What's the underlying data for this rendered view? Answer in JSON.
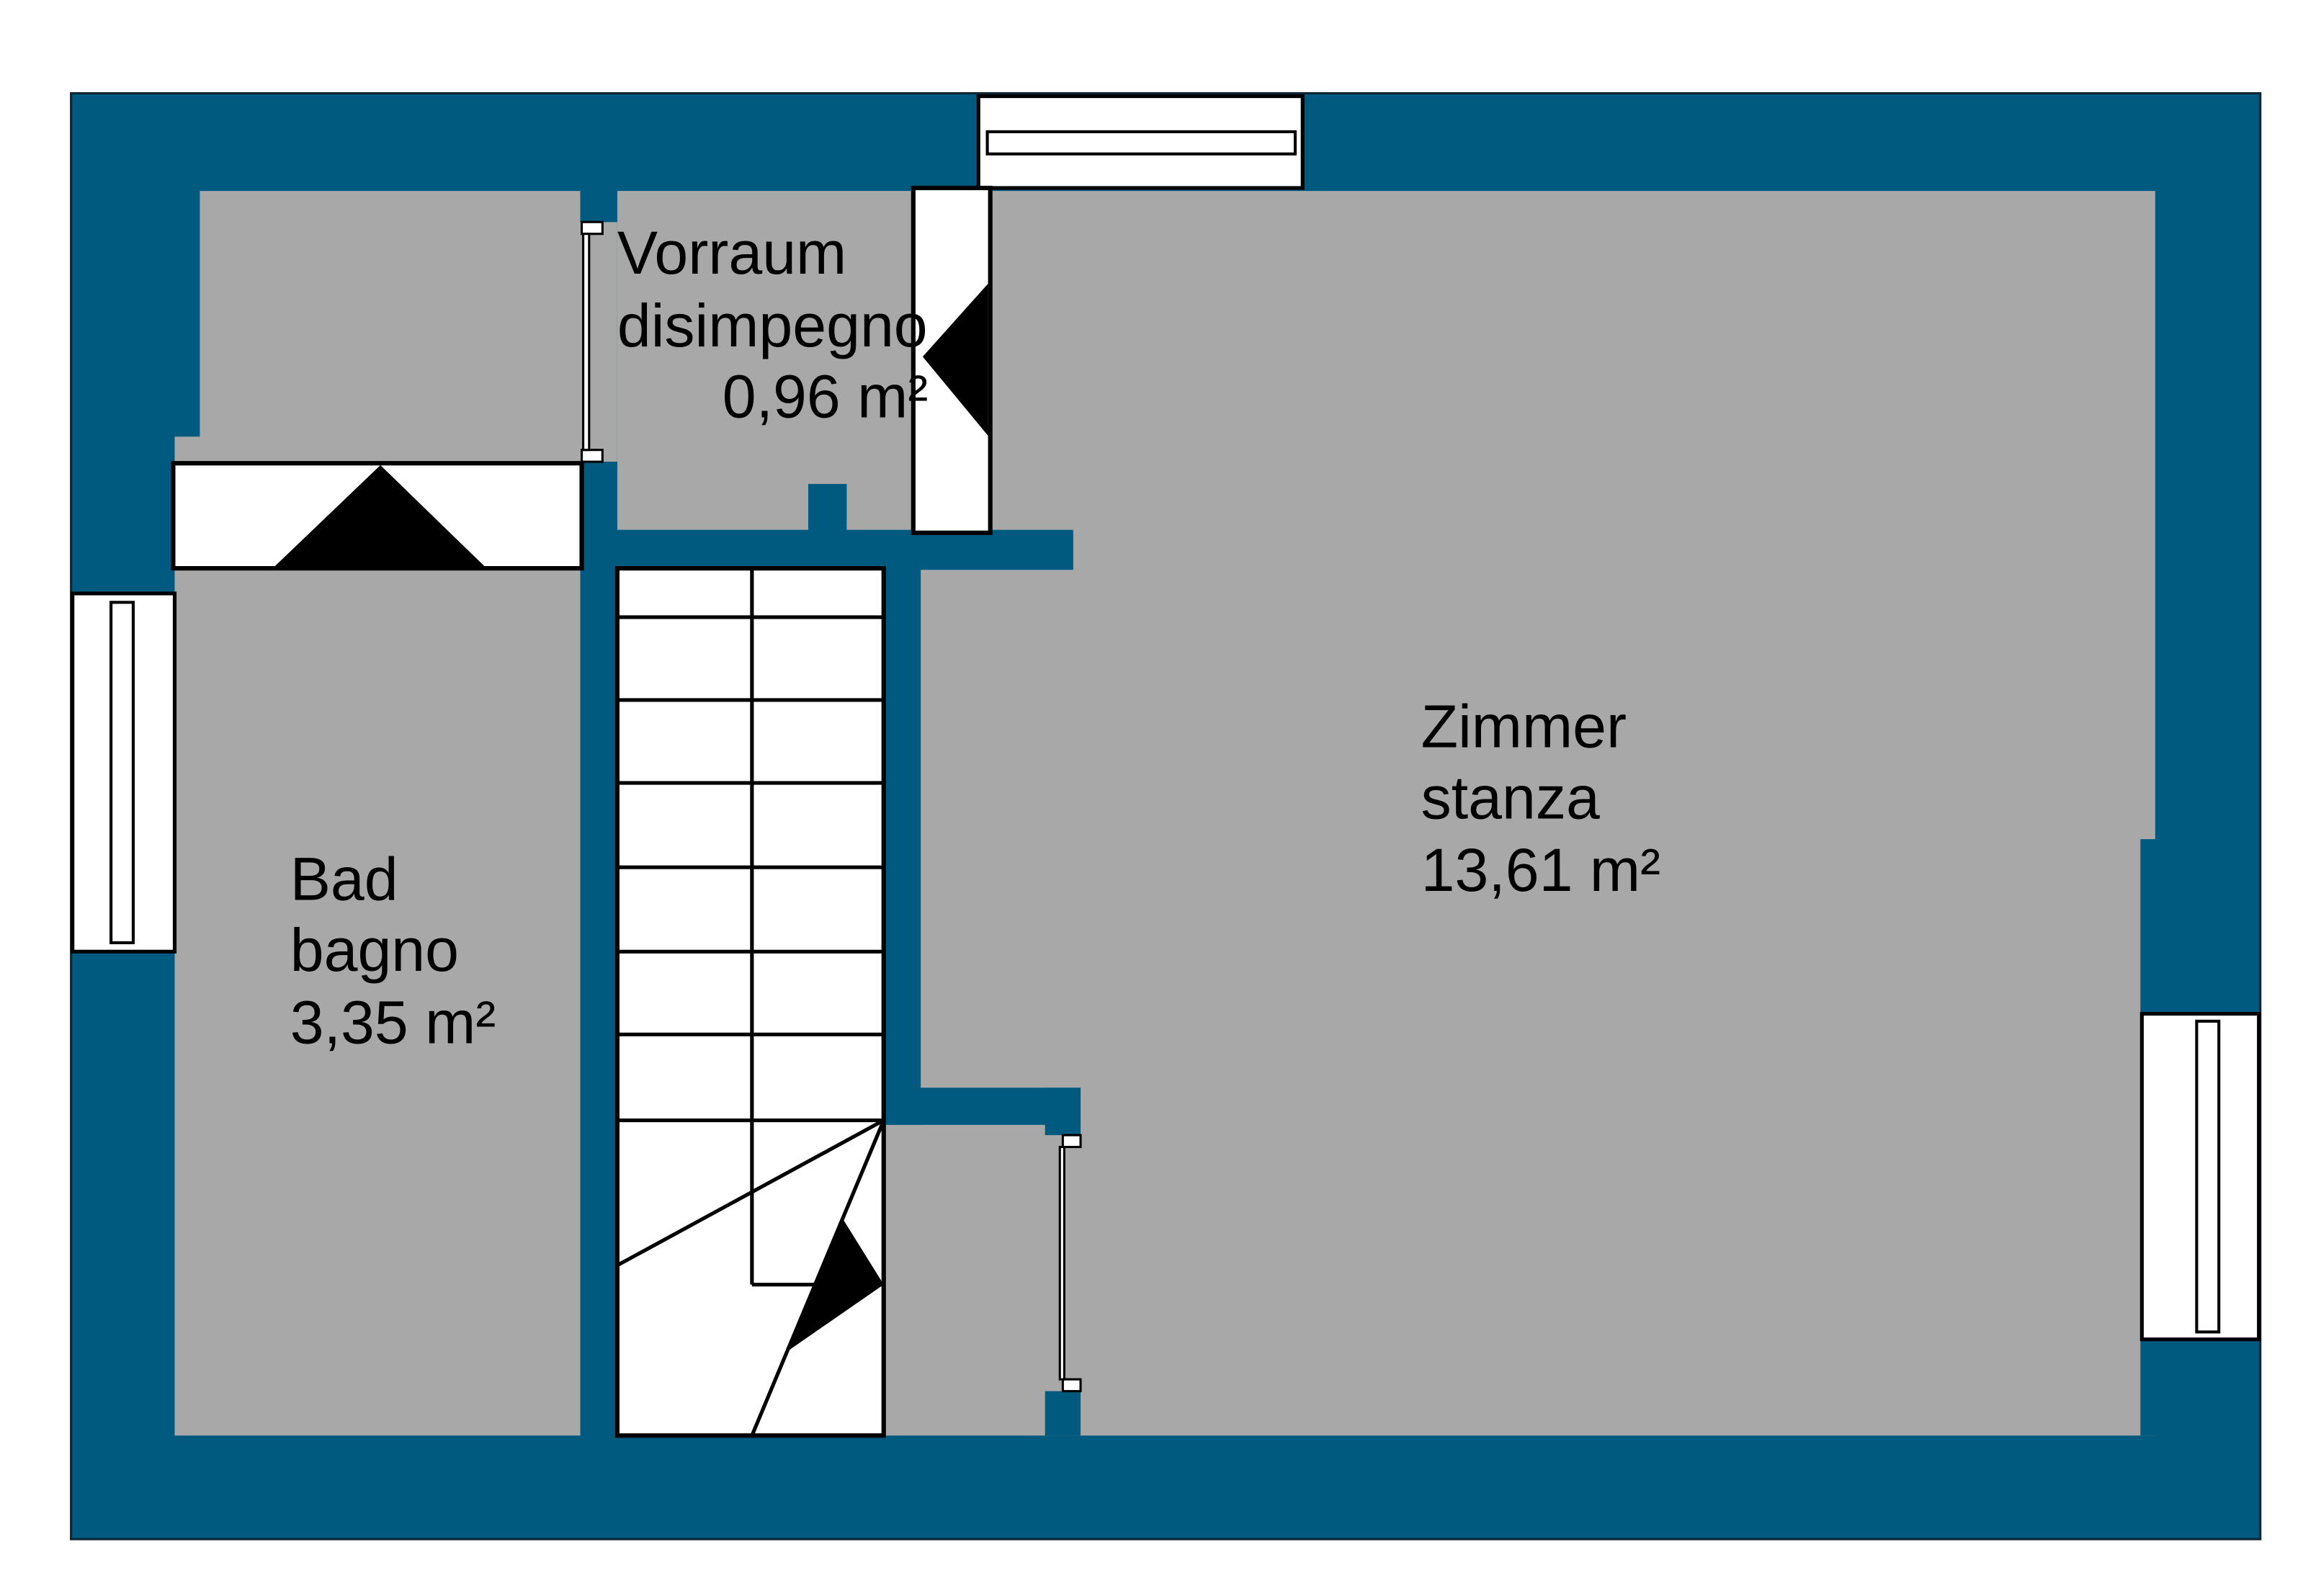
{
  "plan": {
    "colors": {
      "wall": "#005a7f",
      "floor": "#a8a8a8",
      "opening": "#ffffff",
      "line": "#000000",
      "text": "#000000"
    },
    "rooms": [
      {
        "name_de": "Vorraum",
        "name_it": "disimpegno",
        "area": "0,96 m²"
      },
      {
        "name_de": "Bad",
        "name_it": "bagno",
        "area": "3,35 m²"
      },
      {
        "name_de": "Zimmer",
        "name_it": "stanza",
        "area": "13,61 m²"
      }
    ]
  }
}
